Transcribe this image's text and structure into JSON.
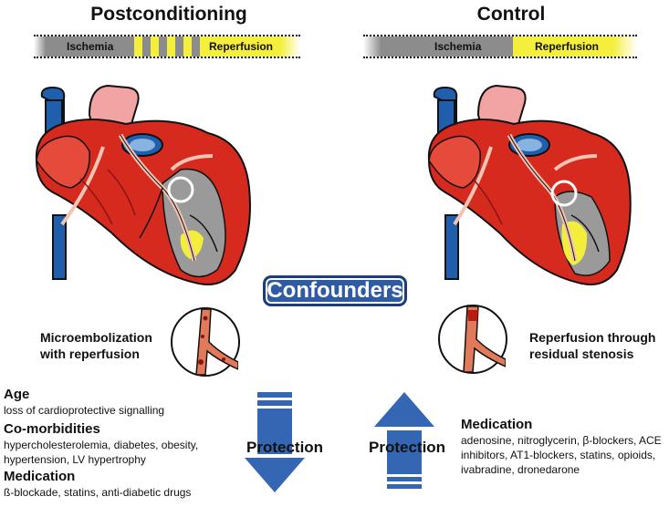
{
  "titles": {
    "left": "Postconditioning",
    "right": "Control"
  },
  "timeline_left": {
    "ischemia": "Ischemia",
    "reperfusion": "Reperfusion"
  },
  "timeline_right": {
    "ischemia": "Ischemia",
    "reperfusion": "Reperfusion"
  },
  "center_label": "Confounders",
  "left_caption": "Microembolization with reperfusion",
  "right_caption": "Reperfusion through residual stenosis",
  "left_factors": [
    {
      "title": "Age",
      "text": "loss of cardioprotective signalling"
    },
    {
      "title": "Co-morbidities",
      "text": "hypercholesterolemia, diabetes, obesity, hypertension, LV hypertrophy"
    },
    {
      "title": "Medication",
      "text": "ß-blockade, statins, anti-diabetic drugs"
    }
  ],
  "right_factors": [
    {
      "title": "Medication",
      "text": "adenosine, nitroglycerin, β-blockers, ACE inhibitors, AT1-blockers, statins, opioids, ivabradine, dronedarone"
    }
  ],
  "arrow_left_label": "Protection",
  "arrow_right_label": "Protection",
  "colors": {
    "heart_red": "#d62a1f",
    "vessel_blue": "#1f5fae",
    "infarct_gray": "#9a9a9a",
    "infarct_yellow": "#f2ee3a",
    "arrow_blue": "#3566b3",
    "timebar_gray": "#8c8c8c",
    "timebar_yellow": "#f4ee3c"
  },
  "icons": [
    "heart-illustration",
    "artery-branch-icon",
    "down-arrow-icon",
    "up-arrow-icon"
  ]
}
